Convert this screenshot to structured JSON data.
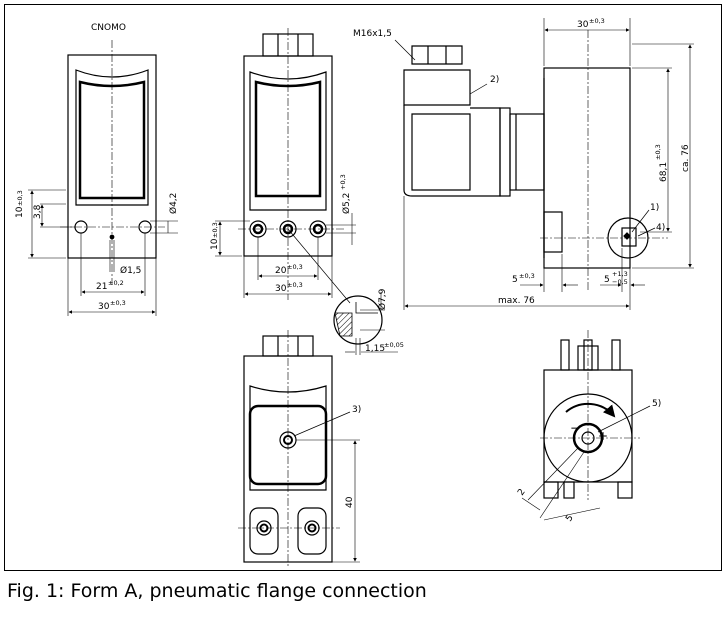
{
  "figure": {
    "caption": "Fig. 1: Form A, pneumatic flange connection",
    "labels": {
      "cnomo": "CNOMO",
      "thread": "M16x1,5",
      "callout_1": "1)",
      "callout_2": "2)",
      "callout_3": "3)",
      "callout_4": "4)",
      "callout_5": "5)"
    },
    "dimensions": {
      "v1_height": "10",
      "v1_height_tol": "±0,3",
      "v1_3_8": "3,8",
      "v1_dia_4_2": "Ø4,2",
      "v1_dia_1_5": "Ø1,5",
      "v1_21": "21",
      "v1_21_tol": "±0,2",
      "v1_30": "30",
      "v1_30_tol": "±0,3",
      "v2_height": "10",
      "v2_height_tol": "±0,3",
      "v2_dia_5_2": "Ø5,2",
      "v2_dia_5_2_tol": "+0,3",
      "v2_20": "20",
      "v2_20_tol": "±0,3",
      "v2_30": "30",
      "v2_30_tol": "±0,3",
      "v2_dia_7_9": "Ø7,9",
      "v2_1_15": "1,15",
      "v2_1_15_tol": "±0,05",
      "v3_30": "30",
      "v3_30_tol": "±0,3",
      "v3_68_1": "68,1",
      "v3_68_1_tol": "±0,3",
      "v3_ca76": "ca. 76",
      "v3_5": "5",
      "v3_5_tol": "±0,3",
      "v3_5b": "5",
      "v3_5b_tol_up": "+1,3",
      "v3_5b_tol_low": "−0,5",
      "v3_max76": "max. 76",
      "v4_40": "40",
      "v5_2": "2",
      "v5_5": "5"
    }
  }
}
